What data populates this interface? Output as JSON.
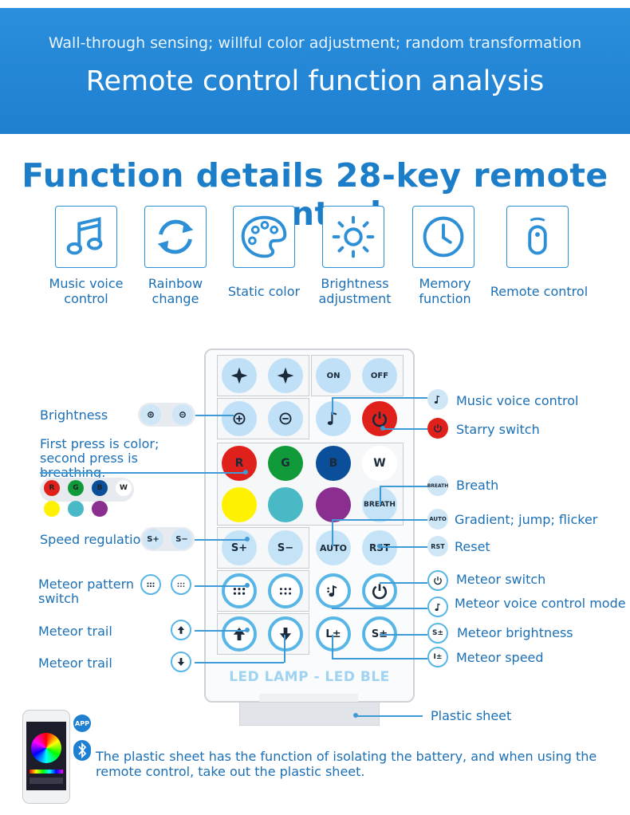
{
  "banner": {
    "subtitle": "Wall-through sensing; willful color adjustment; random transformation",
    "title": "Remote control function analysis"
  },
  "main_title": "Function details 28-key remote control",
  "features": [
    {
      "label": "Music voice control",
      "icon": "music-note-icon"
    },
    {
      "label": "Rainbow change",
      "icon": "refresh-icon"
    },
    {
      "label": "Static color",
      "icon": "palette-icon"
    },
    {
      "label": "Brightness adjustment",
      "icon": "sun-icon"
    },
    {
      "label": "Memory function",
      "icon": "clock-icon"
    },
    {
      "label": "Remote control",
      "icon": "remote-icon"
    }
  ],
  "left_labels": {
    "brightness": "Brightness",
    "color": "First press is color; second press is breathing.",
    "speed": "Speed regulation",
    "meteor_pattern": "Meteor pattern switch",
    "meteor_trail_up": "Meteor trail",
    "meteor_trail_down": "Meteor trail"
  },
  "right_labels": {
    "music": "Music voice control",
    "starry": "Starry switch",
    "breath": "Breath",
    "gradient": "Gradient; jump; flicker",
    "reset": "Reset",
    "meteor_switch": "Meteor switch",
    "meteor_voice": "Meteor voice control mode",
    "meteor_brightness": "Meteor brightness",
    "meteor_speed": "Meteor speed",
    "plastic": "Plastic sheet"
  },
  "keys": {
    "on": "ON",
    "off": "OFF",
    "r": "R",
    "g": "G",
    "b": "B",
    "w": "W",
    "breath": "BREATH",
    "s_plus": "S+",
    "s_minus": "S−",
    "auto": "AUTO",
    "rst": "RST",
    "l_pm": "L±",
    "s_pm": "S±"
  },
  "mini_keys": {
    "s_plus": "S+",
    "s_minus": "S−",
    "breath": "BREATH",
    "auto": "AUTO",
    "rst": "RST",
    "s_pm": "S±",
    "l_pm": "I±",
    "w": "W",
    "r": "R",
    "g": "G",
    "b": "B"
  },
  "remote_brand": "LED LAMP - LED BLE",
  "app_badge": "APP",
  "footer_note": "The plastic sheet has the function of isolating the battery, and when using the remote control, take out the plastic sheet.",
  "colors": {
    "brand_blue": "#1c7ec8",
    "key_red": "#e0211b",
    "key_green": "#109a3a",
    "key_blue": "#0b4f9a",
    "key_yellow": "#fff200",
    "key_teal": "#4ab9c6",
    "key_purple": "#8a2e8f"
  }
}
